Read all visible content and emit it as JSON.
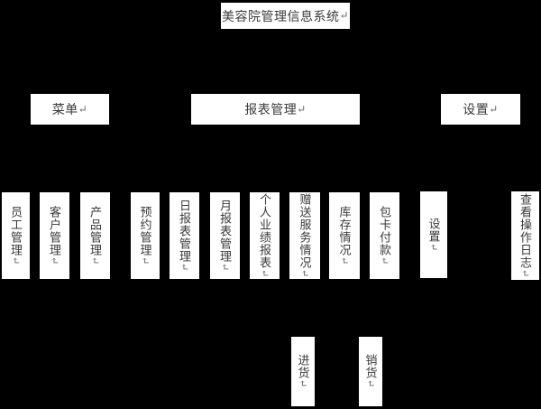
{
  "marks": {
    "return": "↵"
  },
  "colors": {
    "background": "#000000",
    "box_fill": "#ffffff",
    "text": "#3a3a3a"
  },
  "diagram": {
    "type": "hierarchy",
    "root": {
      "label": "美容院管理信息系统"
    },
    "level2": [
      {
        "label": "菜单"
      },
      {
        "label": "报表管理"
      },
      {
        "label": "设置"
      }
    ],
    "level3": [
      {
        "label": "员工管理"
      },
      {
        "label": "客户管理"
      },
      {
        "label": "产品管理"
      },
      {
        "label": "预约管理"
      },
      {
        "label": "日报表管理"
      },
      {
        "label": "月报表管理"
      },
      {
        "label": "个人业绩报表"
      },
      {
        "label": "赠送服务情况"
      },
      {
        "label": "库存情况"
      },
      {
        "label": "包卡付款"
      },
      {
        "label": "设置"
      },
      {
        "label": "查看操作日志"
      }
    ],
    "level4": [
      {
        "label": "进货"
      },
      {
        "label": "销货"
      }
    ]
  }
}
